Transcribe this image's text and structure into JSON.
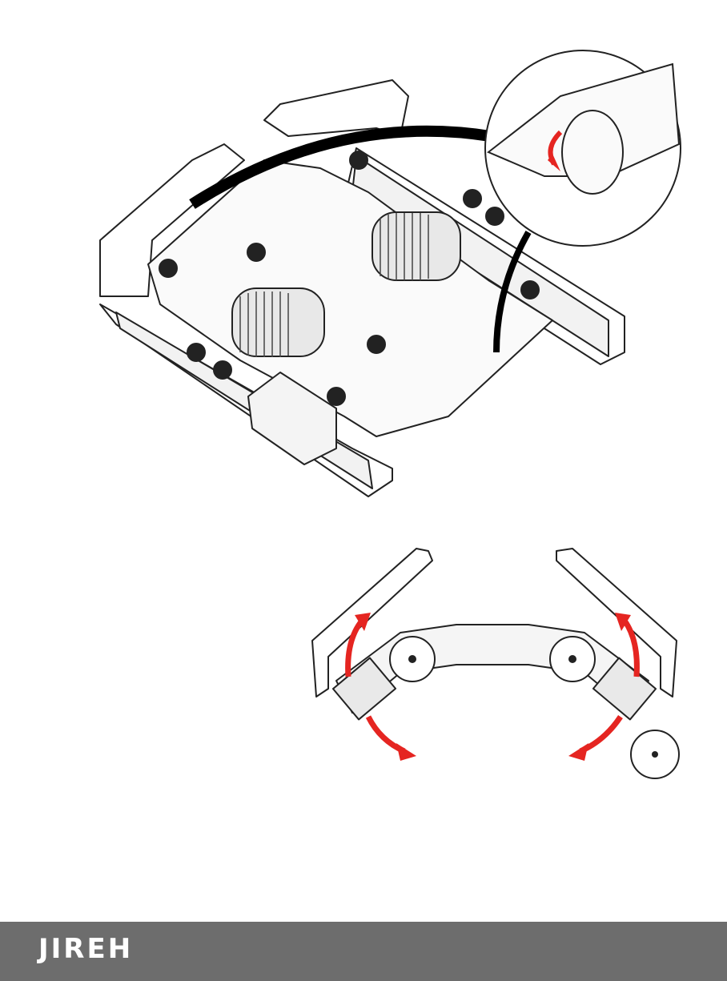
{
  "page": {
    "background": "#ffffff"
  },
  "figures": {
    "top": {
      "description_icon": "scanner-chassis-isometric-with-detail-callout",
      "callout_arrow_color": "#e52521"
    },
    "bottom": {
      "description_icon": "scanner-side-view-with-hinge-rotation-arrows",
      "arrow_color": "#e52521"
    }
  },
  "footer": {
    "brand": "JIREH",
    "background": "#6d6d6d",
    "text_color": "#ffffff"
  }
}
